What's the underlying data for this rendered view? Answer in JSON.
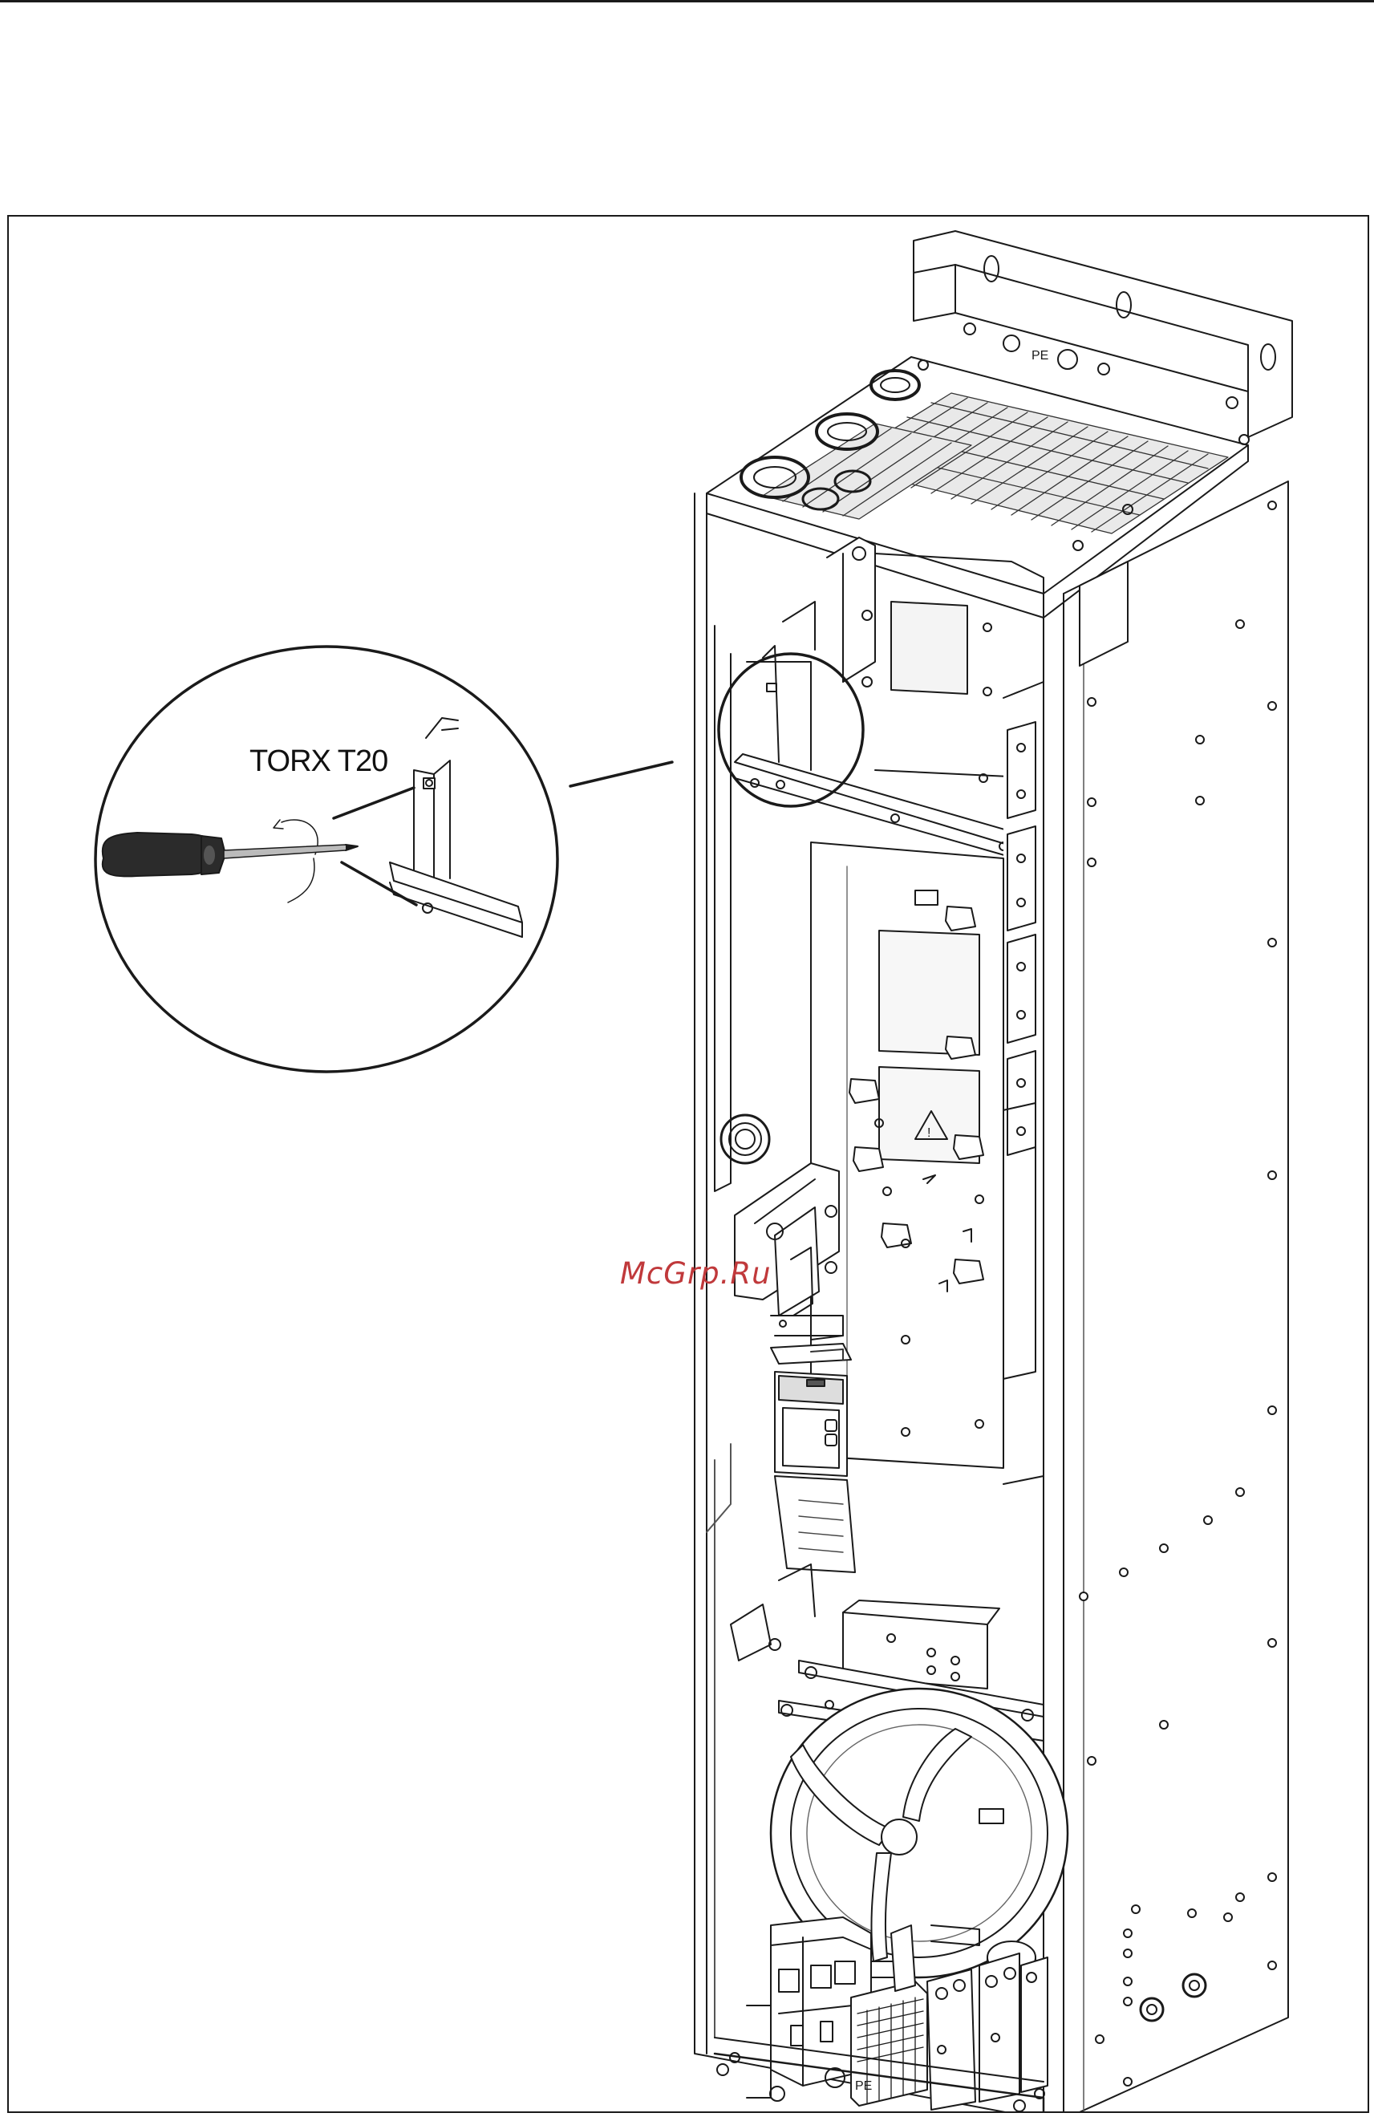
{
  "figure": {
    "tool_label": "TORX T20",
    "watermark": "McGrp.Ru",
    "pe_label_top": "PE",
    "pe_label_bottom": "PE"
  },
  "colors": {
    "line": "#1a1a1a",
    "light_line": "#555555",
    "fill_gray": "#d9d9d9",
    "fill_dark": "#2b2b2b",
    "watermark": "#c0393b"
  }
}
